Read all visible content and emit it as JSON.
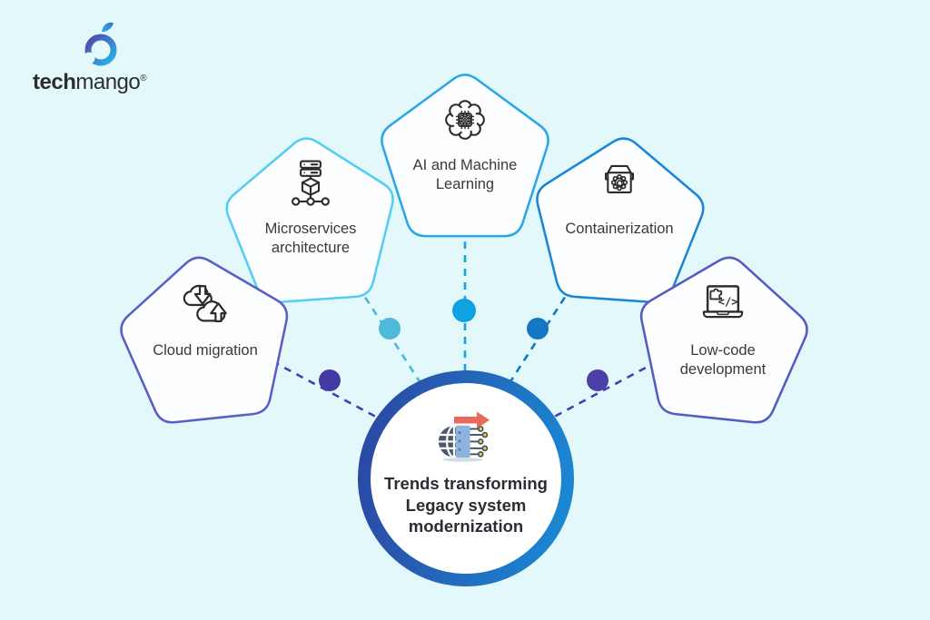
{
  "background_color": "#e3f8fb",
  "logo": {
    "icon": "mango-icon",
    "brand_bold": "tech",
    "brand_light": "mango",
    "registered_mark": "®",
    "gradient": [
      "#5246ab",
      "#29b6e8"
    ]
  },
  "center": {
    "icon": "legacy-modernization-icon",
    "title_lines": [
      "Trends transforming",
      "Legacy system",
      "modernization"
    ],
    "ring_gradient": [
      "#2b4aa5",
      "#1b87d3"
    ],
    "arrow_color": "#e8695c"
  },
  "nodes": [
    {
      "id": "cloud-migration",
      "icon": "cloud-migration-icon",
      "label_lines": [
        "Cloud migration"
      ],
      "border_color": "#5a5ec6",
      "connector_color": "#483fa9",
      "dot_color": "#453aa3"
    },
    {
      "id": "microservices-architecture",
      "icon": "microservices-icon",
      "label_lines": [
        "Microservices",
        "architecture"
      ],
      "border_color": "#55ccf2",
      "connector_color": "#4ab7dc",
      "dot_color": "#4fb9da"
    },
    {
      "id": "ai-machine-learning",
      "icon": "ai-brain-chip-icon",
      "label_lines": [
        "AI and Machine",
        "Learning"
      ],
      "border_color": "#2aa6e6",
      "connector_color": "#14a3e3",
      "dot_color": "#0ea2e2"
    },
    {
      "id": "containerization",
      "icon": "container-gear-icon",
      "label_lines": [
        "Containerization"
      ],
      "border_color": "#1b86d6",
      "connector_color": "#1478c0",
      "dot_color": "#1377c1"
    },
    {
      "id": "low-code-development",
      "icon": "low-code-laptop-icon",
      "label_lines": [
        "Low-code",
        "development"
      ],
      "border_color": "#555bc2",
      "connector_color": "#4a3fa9",
      "dot_color": "#4c40a8"
    }
  ]
}
